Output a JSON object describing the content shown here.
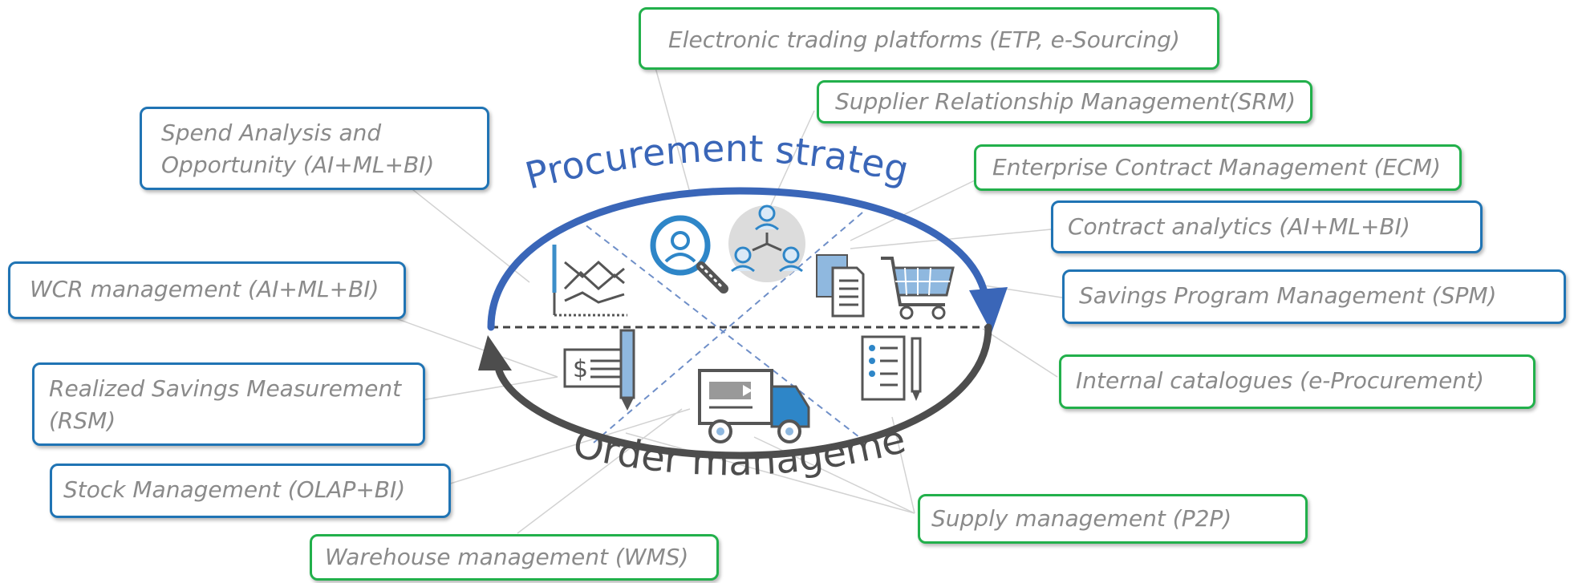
{
  "center": {
    "top_label": "Procurement strategy",
    "bottom_label": "Order management"
  },
  "colors": {
    "blue": "#2074b4",
    "green": "#22b04b",
    "arc_blue": "#3a66b8",
    "arc_dark": "#4d4d4d",
    "label_text": "#8a8a8a"
  },
  "boxes": {
    "etp": "Electronic trading platforms (ETP, e-Sourcing)",
    "srm": "Supplier Relationship Management(SRM)",
    "spend": "Spend Analysis and Opportunity (AI+ML+BI)",
    "ecm": "Enterprise Contract Management (ECM)",
    "contract_analytics": "Contract analytics (AI+ML+BI)",
    "wcr": "WCR management (AI+ML+BI)",
    "spm": "Savings Program Management (SPM)",
    "rsm": "Realized Savings Measurement (RSM)",
    "internal_catalogues": "Internal catalogues (e-Procurement)",
    "stock": "Stock Management (OLAP+BI)",
    "supply": "Supply management (P2P)",
    "wms": "Warehouse management (WMS)"
  },
  "icons": [
    "chart-icon",
    "magnifier-person-icon",
    "network-people-icon",
    "documents-icon",
    "shopping-cart-icon",
    "check-pen-icon",
    "delivery-truck-icon",
    "checklist-icon"
  ]
}
